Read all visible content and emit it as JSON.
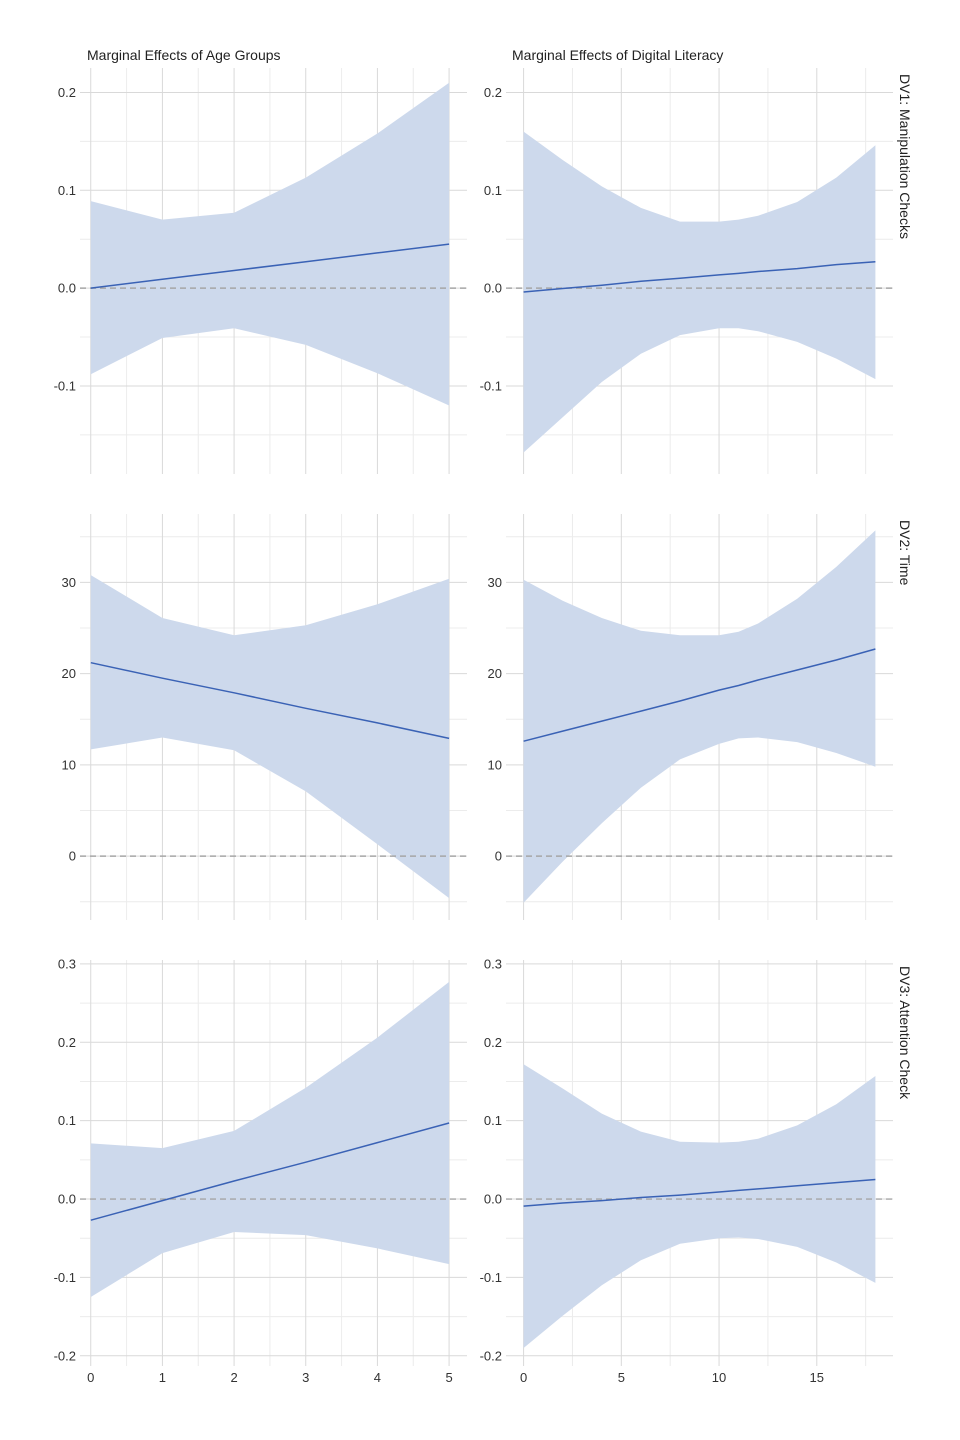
{
  "figure": {
    "column_titles": [
      "Marginal Effects of Age Groups",
      "Marginal Effects of Digital Literacy"
    ],
    "row_labels": [
      "DV1: Manipulation Checks",
      "DV2: Time",
      "DV3: Attention Check"
    ]
  },
  "colors": {
    "ribbon": "#cdd9ec",
    "line": "#3a62b5",
    "zero_line": "#a6a6a6",
    "grid_major": "#d9d9d9",
    "grid_minor": "#ececec",
    "text": "#333333"
  },
  "chart_data": [
    {
      "type": "line",
      "panel": "r0c0",
      "series": [
        {
          "x": [
            0,
            1,
            2,
            3,
            4,
            5
          ],
          "y": [
            0.0,
            0.009,
            0.018,
            0.027,
            0.036,
            0.045
          ],
          "lower": [
            -0.088,
            -0.051,
            -0.041,
            -0.058,
            -0.087,
            -0.12
          ],
          "upper": [
            0.089,
            0.07,
            0.077,
            0.113,
            0.158,
            0.21
          ]
        }
      ],
      "xlim": [
        -0.15,
        5.25
      ],
      "ylim": [
        -0.19,
        0.225
      ],
      "xticks": [
        0,
        1,
        2,
        3,
        4,
        5
      ],
      "xtick_labels": [
        "0",
        "1",
        "2",
        "3",
        "4",
        "5"
      ],
      "yticks": [
        -0.1,
        0.0,
        0.1,
        0.2
      ],
      "ytick_labels": [
        "-0.1",
        "0.0",
        "0.1",
        "0.2"
      ],
      "reference_line": 0,
      "grid": true
    },
    {
      "type": "line",
      "panel": "r0c1",
      "series": [
        {
          "x": [
            0,
            2,
            4,
            6,
            8,
            10,
            11,
            12,
            14,
            16,
            18
          ],
          "y": [
            -0.004,
            -0.0004,
            0.003,
            0.007,
            0.01,
            0.0135,
            0.015,
            0.017,
            0.02,
            0.024,
            0.027
          ],
          "lower": [
            -0.168,
            -0.132,
            -0.096,
            -0.067,
            -0.048,
            -0.041,
            -0.041,
            -0.044,
            -0.055,
            -0.072,
            -0.093
          ],
          "upper": [
            0.16,
            0.131,
            0.104,
            0.082,
            0.068,
            0.068,
            0.07,
            0.074,
            0.088,
            0.113,
            0.146
          ]
        }
      ],
      "xlim": [
        -0.9,
        18.9
      ],
      "ylim": [
        -0.19,
        0.225
      ],
      "xticks": [
        0,
        5,
        10,
        15
      ],
      "xtick_labels": [
        "0",
        "5",
        "10",
        "15"
      ],
      "yticks": [
        -0.1,
        0.0,
        0.1,
        0.2
      ],
      "ytick_labels": [
        "-0.1",
        "0.0",
        "0.1",
        "0.2"
      ],
      "reference_line": 0,
      "grid": true
    },
    {
      "type": "line",
      "panel": "r1c0",
      "series": [
        {
          "x": [
            0,
            1,
            2,
            3,
            4,
            5
          ],
          "y": [
            21.2,
            19.5,
            17.9,
            16.2,
            14.6,
            12.9
          ],
          "lower": [
            11.7,
            13.0,
            11.6,
            7.1,
            1.3,
            -4.6
          ],
          "upper": [
            30.8,
            26.1,
            24.2,
            25.3,
            27.6,
            30.4
          ]
        }
      ],
      "xlim": [
        -0.15,
        5.25
      ],
      "ylim": [
        -7.0,
        37.5
      ],
      "xticks": [
        0,
        1,
        2,
        3,
        4,
        5
      ],
      "xtick_labels": [
        "0",
        "1",
        "2",
        "3",
        "4",
        "5"
      ],
      "yticks": [
        0,
        10,
        20,
        30
      ],
      "ytick_labels": [
        "0",
        "10",
        "20",
        "30"
      ],
      "reference_line": 0,
      "grid": true
    },
    {
      "type": "line",
      "panel": "r1c1",
      "series": [
        {
          "x": [
            0,
            2,
            4,
            6,
            8,
            10,
            11,
            12,
            14,
            16,
            18
          ],
          "y": [
            12.6,
            13.7,
            14.8,
            15.9,
            17.0,
            18.2,
            18.7,
            19.3,
            20.4,
            21.5,
            22.7
          ],
          "lower": [
            -5.1,
            -0.6,
            3.6,
            7.5,
            10.6,
            12.3,
            12.9,
            13.0,
            12.5,
            11.3,
            9.8
          ],
          "upper": [
            30.3,
            28.0,
            26.1,
            24.7,
            24.2,
            24.2,
            24.6,
            25.5,
            28.2,
            31.7,
            35.7
          ]
        }
      ],
      "xlim": [
        -0.9,
        18.9
      ],
      "ylim": [
        -7.0,
        37.5
      ],
      "xticks": [
        0,
        5,
        10,
        15
      ],
      "xtick_labels": [
        "0",
        "5",
        "10",
        "15"
      ],
      "yticks": [
        0,
        10,
        20,
        30
      ],
      "ytick_labels": [
        "0",
        "10",
        "20",
        "30"
      ],
      "reference_line": 0,
      "grid": true
    },
    {
      "type": "line",
      "panel": "r2c0",
      "series": [
        {
          "x": [
            0,
            1,
            2,
            3,
            4,
            5
          ],
          "y": [
            -0.027,
            -0.002,
            0.023,
            0.047,
            0.072,
            0.097
          ],
          "lower": [
            -0.125,
            -0.069,
            -0.042,
            -0.046,
            -0.063,
            -0.083
          ],
          "upper": [
            0.071,
            0.065,
            0.087,
            0.142,
            0.206,
            0.277
          ]
        }
      ],
      "xlim": [
        -0.15,
        5.25
      ],
      "ylim": [
        -0.213,
        0.305
      ],
      "xticks": [
        0,
        1,
        2,
        3,
        4,
        5
      ],
      "xtick_labels": [
        "0",
        "1",
        "2",
        "3",
        "4",
        "5"
      ],
      "yticks": [
        -0.2,
        -0.1,
        0.0,
        0.1,
        0.2,
        0.3
      ],
      "ytick_labels": [
        "-0.2",
        "-0.1",
        "0.0",
        "0.1",
        "0.2",
        "0.3"
      ],
      "reference_line": 0,
      "grid": true
    },
    {
      "type": "line",
      "panel": "r2c1",
      "series": [
        {
          "x": [
            0,
            2,
            4,
            6,
            8,
            10,
            11,
            12,
            14,
            16,
            18
          ],
          "y": [
            -0.009,
            -0.005,
            -0.002,
            0.002,
            0.005,
            0.009,
            0.011,
            0.013,
            0.017,
            0.021,
            0.025
          ],
          "lower": [
            -0.19,
            -0.149,
            -0.11,
            -0.078,
            -0.057,
            -0.05,
            -0.049,
            -0.051,
            -0.061,
            -0.081,
            -0.107
          ],
          "upper": [
            0.172,
            0.141,
            0.109,
            0.086,
            0.073,
            0.072,
            0.073,
            0.077,
            0.094,
            0.121,
            0.157
          ]
        }
      ],
      "xlim": [
        -0.9,
        18.9
      ],
      "ylim": [
        -0.213,
        0.305
      ],
      "xticks": [
        0,
        5,
        10,
        15
      ],
      "xtick_labels": [
        "0",
        "5",
        "10",
        "15"
      ],
      "yticks": [
        -0.2,
        -0.1,
        0.0,
        0.1,
        0.2,
        0.3
      ],
      "ytick_labels": [
        "-0.2",
        "-0.1",
        "0.0",
        "0.1",
        "0.2",
        "0.3"
      ],
      "reference_line": 0,
      "grid": true
    }
  ]
}
